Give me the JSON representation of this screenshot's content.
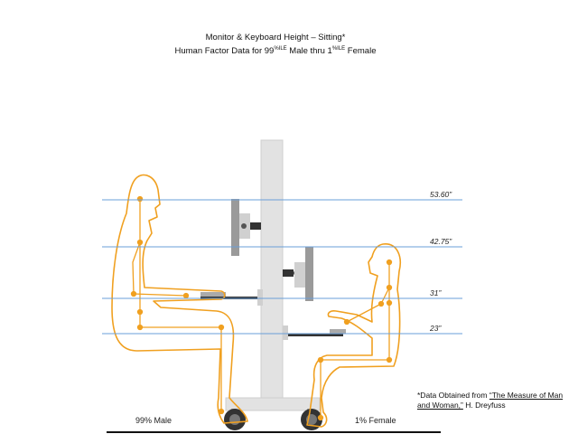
{
  "title": {
    "line1": "Monitor & Keyboard Height – Sitting*",
    "line2_pre": "Human Factor Data for 99",
    "line2_sup1": "%ILE",
    "line2_mid": " Male thru 1",
    "line2_sup2": "%ILE",
    "line2_post": " Female"
  },
  "heights": [
    "53.60”",
    "42.75”",
    "31”",
    "23”"
  ],
  "labels": {
    "male": "99% Male",
    "female": "1% Female"
  },
  "citation": {
    "pre": "*Data Obtained from ",
    "book": "“The Measure of Man and Woman,”",
    "author": " H. Dreyfuss"
  },
  "colors": {
    "outline": "#f0a020",
    "line": "#6a9fd8",
    "stand": "#e2e2e2",
    "hardware": "#999999"
  }
}
